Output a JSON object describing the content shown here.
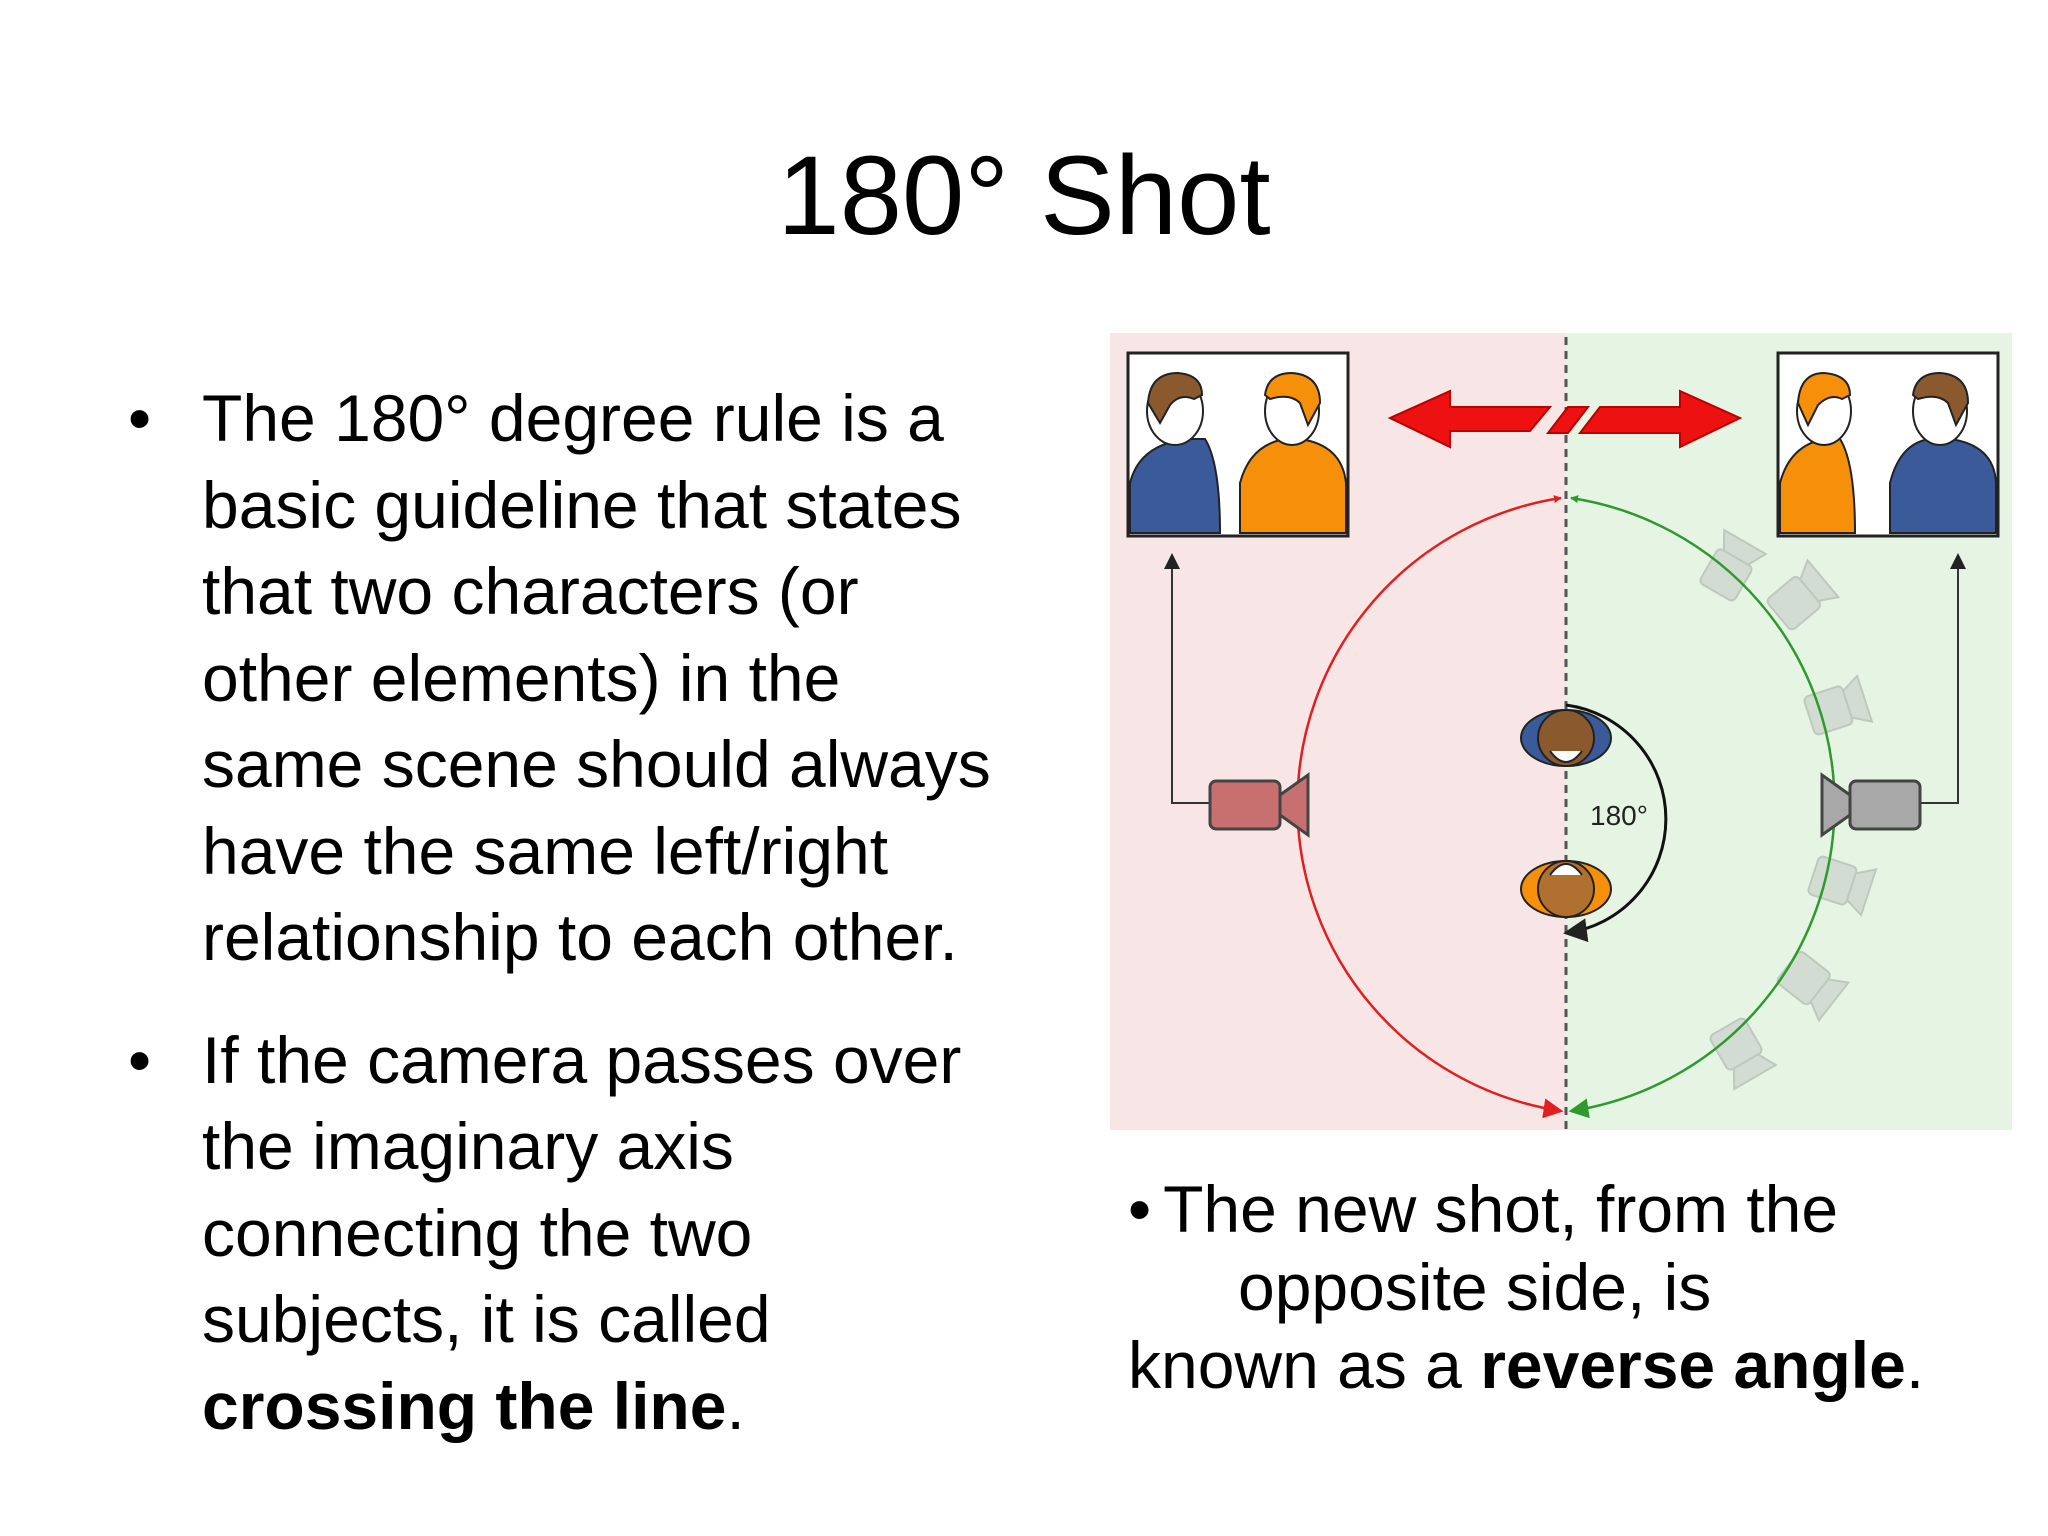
{
  "slide": {
    "title": "180° Shot",
    "bullets": [
      {
        "text": "The 180° degree rule is a basic guideline that states that two characters (or other elements) in the same scene should always have the same left/right relationship to each other.",
        "lines": [
          "The 180° degree rule is a",
          "basic guideline that states",
          "that two characters (or",
          "other elements) in the",
          "same scene should always",
          "have the same left/right",
          "relationship to each other."
        ]
      },
      {
        "lines": [
          "If the camera passes over",
          "the imaginary axis",
          "connecting the two",
          "subjects, it is called"
        ],
        "bold": "crossing the line",
        "suffix": "."
      }
    ],
    "bullet_symbol": "•",
    "caption": {
      "line1": "The new shot, from the",
      "line2": "opposite side, is",
      "line3_prefix": "known as a ",
      "bold": "reverse angle",
      "suffix": "."
    }
  },
  "diagram": {
    "angle_label": "180°",
    "colors": {
      "left_bg": "#f8e6e6",
      "right_bg": "#e6f4e4",
      "red": "#e02020",
      "green": "#2e9a2e",
      "blue_shirt": "#3b5a9a",
      "orange_shirt": "#f6900a",
      "hair": "#8a5a2e",
      "camera_red": "#c87070",
      "camera_gray": "#a8a8a8"
    },
    "icons": [
      "camera-icon",
      "person-icon",
      "double-arrow-icon"
    ]
  }
}
